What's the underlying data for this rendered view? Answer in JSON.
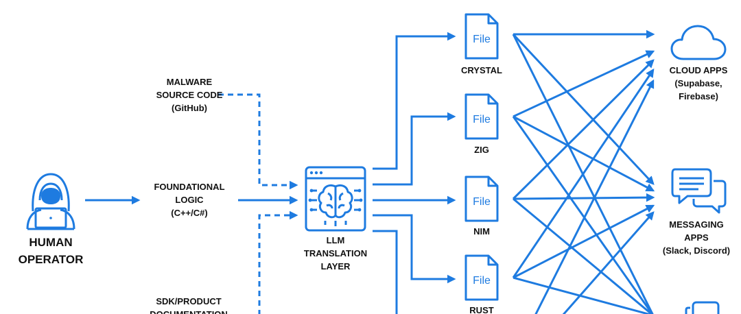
{
  "colors": {
    "accent": "#1e7be0",
    "text": "#111111",
    "background": "#ffffff"
  },
  "operator": {
    "icon": "hooded-hacker-laptop-icon",
    "label_line1": "HUMAN",
    "label_line2": "OPERATOR"
  },
  "inputs": {
    "malware": {
      "line1": "MALWARE",
      "line2": "SOURCE CODE",
      "line3": "(GitHub)"
    },
    "foundational": {
      "line1": "FOUNDATIONAL",
      "line2": "LOGIC",
      "line3": "(C++/C#)"
    },
    "sdk": {
      "line1": "SDK/PRODUCT",
      "line2": "DOCUMENTATION"
    }
  },
  "llm": {
    "icon": "brain-circuit-window-icon",
    "line1": "LLM",
    "line2": "TRANSLATION",
    "line3": "LAYER"
  },
  "files": {
    "file_text": "File",
    "crystal": "CRYSTAL",
    "zig": "ZIG",
    "nim": "NIM",
    "rust": "RUST"
  },
  "targets": {
    "cloud": {
      "icon": "cloud-icon",
      "line1": "CLOUD APPS",
      "line2": "(Supabase,",
      "line3": "Firebase)"
    },
    "messaging": {
      "icon": "chat-bubbles-icon",
      "line1": "MESSAGING",
      "line2": "APPS",
      "line3": "(Slack, Discord)"
    },
    "third": {
      "icon": "stacked-windows-icon"
    }
  }
}
